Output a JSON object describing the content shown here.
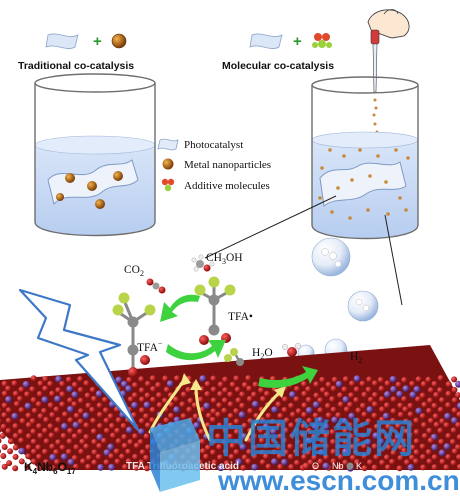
{
  "titles": {
    "traditional": "Traditional co-catalysis",
    "molecular": "Molecular co-catalysis"
  },
  "symbols": {
    "plus": "+"
  },
  "legend": {
    "photocatalyst": "Photocatalyst",
    "metal_nanoparticles": "Metal nanoparticles",
    "additive_molecules": "Additive molecules"
  },
  "species": {
    "co2_main": "CO",
    "co2_sub": "2",
    "ch3oh_a": "CH",
    "ch3oh_sub": "3",
    "ch3oh_b": "OH",
    "tfa_radical": "TFA•",
    "tfa_anion": "TFA",
    "tfa_anion_sup": "−",
    "h2o_a": "H",
    "h2o_sub": "2",
    "h2o_b": "O",
    "h2_a": "H",
    "h2_sub": "2"
  },
  "bottom": {
    "formula_k": "K",
    "formula_k_sub": "4",
    "formula_nb": "Nb",
    "formula_nb_sub": "6",
    "formula_o": "O",
    "formula_o_sub": "17",
    "tfa_label": "TFA Trifluoroacetic acid",
    "legend_o": "O",
    "legend_nb": "Nb",
    "legend_k": "K"
  },
  "watermark": {
    "cn": "中国储能网",
    "url": "www.escn.com.cn"
  },
  "colors": {
    "water": "#c9daf5",
    "beaker": "#7a7a7a",
    "arrow_green": "#3fd23f",
    "arrow_yellow": "#f2e98a",
    "lattice_red": "#b01818",
    "lattice_purple": "#6a3a9a",
    "fluorine": "#b8d44a",
    "watermark_blue": "#2a82d6"
  }
}
